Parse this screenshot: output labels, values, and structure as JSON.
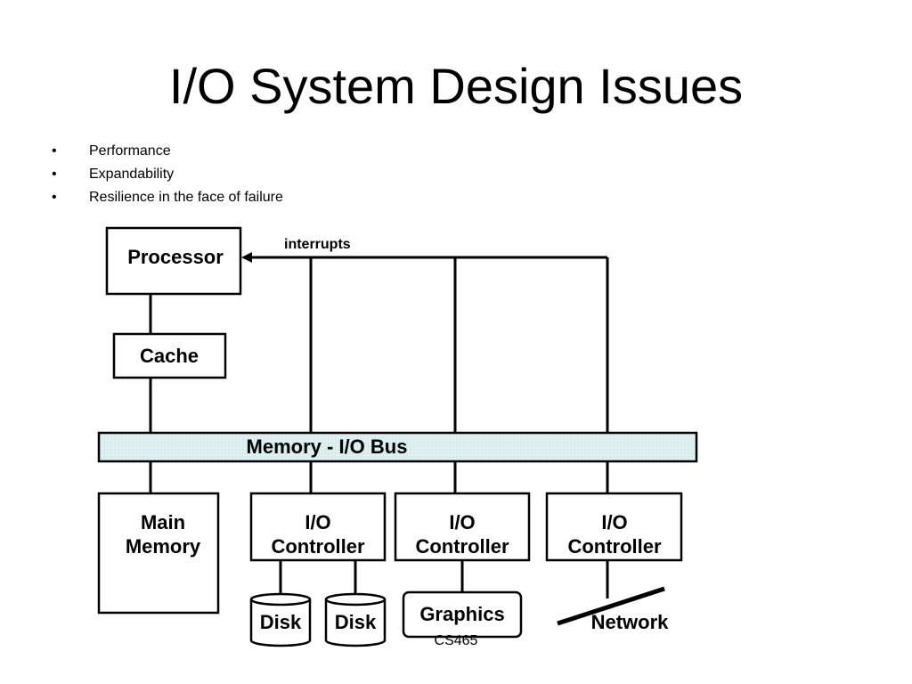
{
  "slide": {
    "title": "I/O System Design Issues",
    "bullets": [
      "Performance",
      "Expandability",
      "Resilience in the face of failure"
    ],
    "bullet_glyph": "•",
    "footer": "CS465"
  },
  "diagram": {
    "processor": "Processor",
    "cache": "Cache",
    "interrupts": "interrupts",
    "bus": "Memory - I/O Bus",
    "main_memory": [
      "Main",
      "Memory"
    ],
    "io_controller": [
      "I/O",
      "Controller"
    ],
    "disk": "Disk",
    "graphics": "Graphics",
    "network": "Network",
    "colors": {
      "bus_fill": "#dff0f0",
      "line": "#000000"
    }
  }
}
